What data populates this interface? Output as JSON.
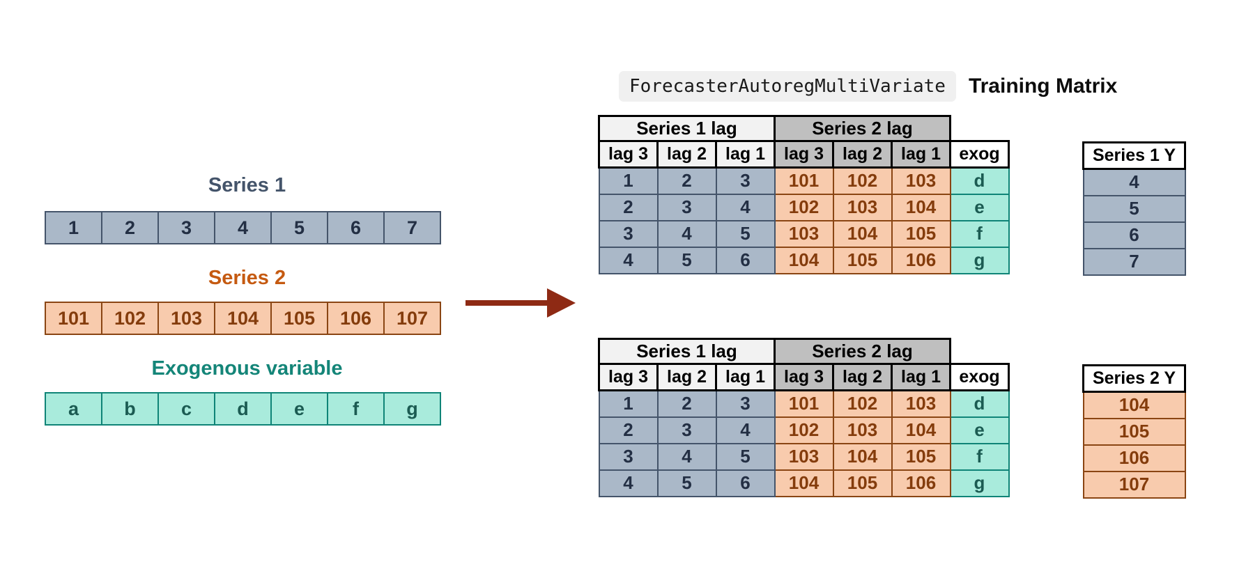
{
  "header": {
    "code": "ForecasterAutoregMultiVariate",
    "title": "Training Matrix"
  },
  "inputs": {
    "series1": {
      "title": "Series 1",
      "values": [
        "1",
        "2",
        "3",
        "4",
        "5",
        "6",
        "7"
      ]
    },
    "series2": {
      "title": "Series 2",
      "values": [
        "101",
        "102",
        "103",
        "104",
        "105",
        "106",
        "107"
      ]
    },
    "exog": {
      "title": "Exogenous variable",
      "values": [
        "a",
        "b",
        "c",
        "d",
        "e",
        "f",
        "g"
      ]
    }
  },
  "matrices": [
    {
      "group_headers": [
        "Series 1 lag",
        "Series 2 lag"
      ],
      "col_headers": [
        "lag 3",
        "lag 2",
        "lag 1",
        "lag 3",
        "lag 2",
        "lag 1",
        "exog"
      ],
      "rows": [
        [
          "1",
          "2",
          "3",
          "101",
          "102",
          "103",
          "d"
        ],
        [
          "2",
          "3",
          "4",
          "102",
          "103",
          "104",
          "e"
        ],
        [
          "3",
          "4",
          "5",
          "103",
          "104",
          "105",
          "f"
        ],
        [
          "4",
          "5",
          "6",
          "104",
          "105",
          "106",
          "g"
        ]
      ],
      "y_table": {
        "title": "Series 1 Y",
        "values": [
          "4",
          "5",
          "6",
          "7"
        ]
      }
    },
    {
      "group_headers": [
        "Series 1 lag",
        "Series 2 lag"
      ],
      "col_headers": [
        "lag 3",
        "lag 2",
        "lag 1",
        "lag 3",
        "lag 2",
        "lag 1",
        "exog"
      ],
      "rows": [
        [
          "1",
          "2",
          "3",
          "101",
          "102",
          "103",
          "d"
        ],
        [
          "2",
          "3",
          "4",
          "102",
          "103",
          "104",
          "e"
        ],
        [
          "3",
          "4",
          "5",
          "103",
          "104",
          "105",
          "f"
        ],
        [
          "4",
          "5",
          "6",
          "104",
          "105",
          "106",
          "g"
        ]
      ],
      "y_table": {
        "title": "Series 2 Y",
        "values": [
          "104",
          "105",
          "106",
          "107"
        ]
      }
    }
  ],
  "colors": {
    "series1_fill": "#aab8c8",
    "series1_border": "#44546a",
    "series1_text": "#232f44",
    "series1_title": "#44546a",
    "series2_fill": "#f8cbad",
    "series2_border": "#8a4513",
    "series2_text": "#843c0c",
    "series2_title": "#c55a11",
    "exog_fill": "#a9ebdc",
    "exog_border": "#0f8477",
    "exog_text": "#1b5b52",
    "exog_title": "#148578",
    "header_light_gray": "#f2f2f2",
    "header_dark_gray": "#bfbfbf",
    "header_border": "#000000",
    "arrow": "#8e2a14",
    "code_chip_bg": "#f0f0f0"
  }
}
